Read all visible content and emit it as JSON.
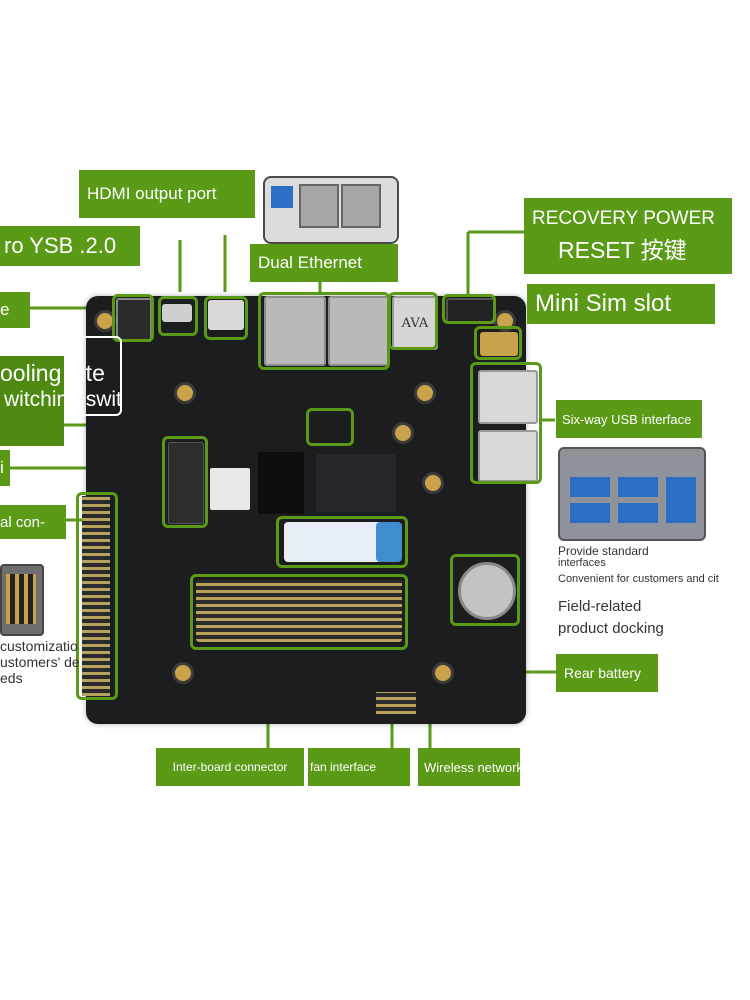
{
  "labels": {
    "hdmi_output": "HDMI output port",
    "micro_usb": "ro YSB .2.0",
    "dual_ethernet": "Dual Ethernet",
    "recovery_power": "RECOVERY POWER",
    "reset": "RESET 按键",
    "mini_sim": "Mini Sim slot",
    "left_e": "e",
    "cooling_line1": "ooling inte",
    "cooling_line2": "witching swit",
    "left_i": "i",
    "left_general": "al con-",
    "six_usb": "Six-way USB interface",
    "rear_battery": "Rear battery",
    "inter_board": "Inter-board connector",
    "fan_interface": "fan interface",
    "wireless": "Wireless network card"
  },
  "notes": {
    "customization_1": "customizatio",
    "customization_2": "ustomers' de",
    "customization_3": "eds",
    "provide_1": "Provide standard",
    "provide_2": "interfaces",
    "convenient": "Convenient for customers and cit",
    "field_1": "Field-related",
    "field_2": "product docking"
  },
  "board_markings": {
    "usb_logo": "AVA"
  },
  "colors": {
    "accent_green": "#5a9a16",
    "board": "#1c1d1f",
    "highlight": "#5a9a16"
  }
}
